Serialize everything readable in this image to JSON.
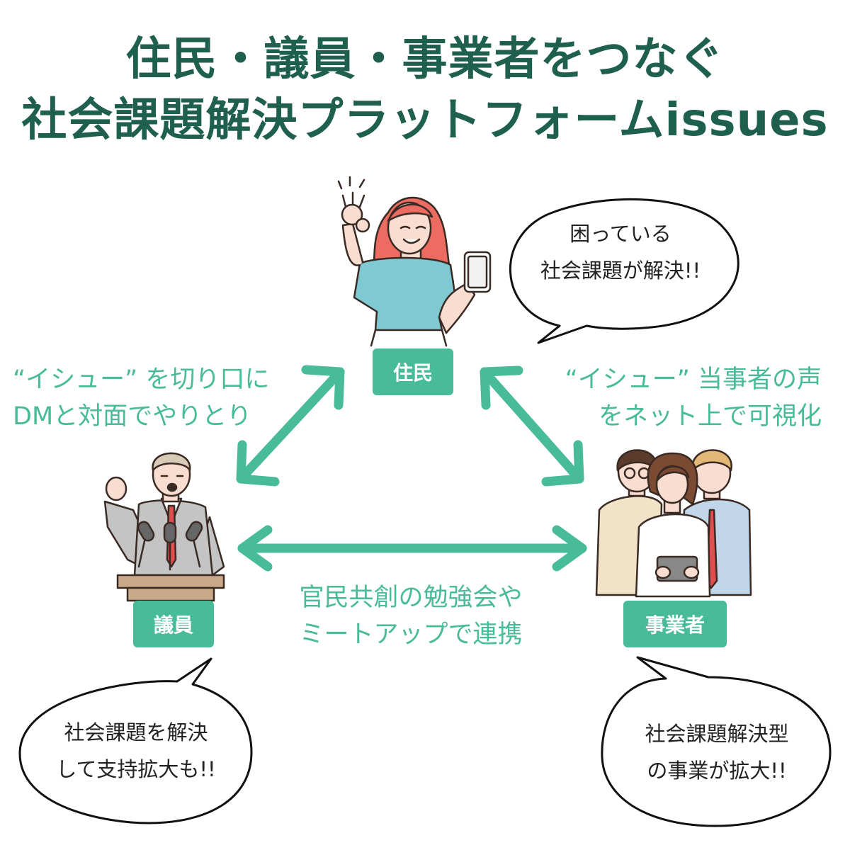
{
  "title": {
    "line1": "住民・議員・事業者をつなぐ",
    "line2": "社会課題解決プラットフォームissues"
  },
  "nodes": {
    "resident": {
      "label": "住民",
      "bubble": [
        "困っている",
        "社会課題が解決!!"
      ]
    },
    "councilor": {
      "label": "議員",
      "bubble": [
        "社会課題を解決",
        "して支持拡大も!!"
      ]
    },
    "business": {
      "label": "事業者",
      "bubble": [
        "社会課題解決型",
        "の事業が拡大!!"
      ]
    }
  },
  "edges": {
    "resident_councilor": [
      "“イシュー” を切り口に",
      "DMと対面でやりとり"
    ],
    "resident_business": [
      "“イシュー” 当事者の声",
      "をネット上で可視化"
    ],
    "councilor_business": [
      "官民共創の勉強会や",
      "ミートアップで連携"
    ]
  },
  "colors": {
    "title": "#1f5f4e",
    "accent": "#48bb98",
    "arrow": "#48bb98"
  },
  "icons": [
    "woman-ok-gesture-illustration",
    "politician-podium-illustration",
    "business-team-illustration"
  ]
}
